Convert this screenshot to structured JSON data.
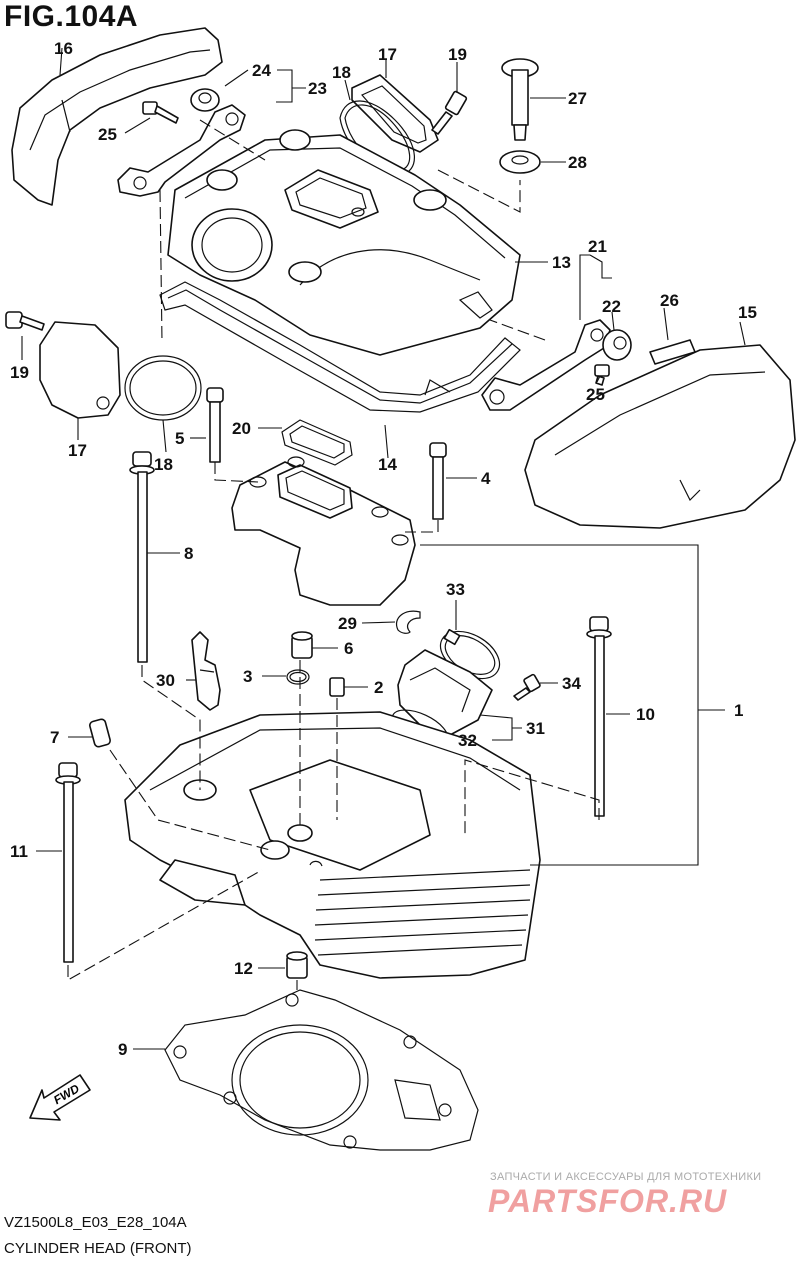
{
  "figure": {
    "title": "FIG.104A",
    "diagram_code": "VZ1500L8_E03_E28_104A",
    "diagram_name": "CYLINDER HEAD (FRONT)",
    "fwd_label": "FWD"
  },
  "watermark": {
    "tagline": "ЗАПЧАСТИ И АКСЕССУАРЫ ДЛЯ МОТОТЕХНИКИ",
    "brand": "PARTSFOR.RU"
  },
  "callouts": [
    {
      "id": "c1",
      "label": "1"
    },
    {
      "id": "c2",
      "label": "2"
    },
    {
      "id": "c3",
      "label": "3"
    },
    {
      "id": "c4",
      "label": "4"
    },
    {
      "id": "c5",
      "label": "5"
    },
    {
      "id": "c6",
      "label": "6"
    },
    {
      "id": "c7",
      "label": "7"
    },
    {
      "id": "c8",
      "label": "8"
    },
    {
      "id": "c9",
      "label": "9"
    },
    {
      "id": "c10",
      "label": "10"
    },
    {
      "id": "c11",
      "label": "11"
    },
    {
      "id": "c12",
      "label": "12"
    },
    {
      "id": "c13",
      "label": "13"
    },
    {
      "id": "c14",
      "label": "14"
    },
    {
      "id": "c15",
      "label": "15"
    },
    {
      "id": "c16",
      "label": "16"
    },
    {
      "id": "c17a",
      "label": "17"
    },
    {
      "id": "c17b",
      "label": "17"
    },
    {
      "id": "c18a",
      "label": "18"
    },
    {
      "id": "c18b",
      "label": "18"
    },
    {
      "id": "c19a",
      "label": "19"
    },
    {
      "id": "c19b",
      "label": "19"
    },
    {
      "id": "c20",
      "label": "20"
    },
    {
      "id": "c21",
      "label": "21"
    },
    {
      "id": "c22",
      "label": "22"
    },
    {
      "id": "c23",
      "label": "23"
    },
    {
      "id": "c24",
      "label": "24"
    },
    {
      "id": "c25a",
      "label": "25"
    },
    {
      "id": "c25b",
      "label": "25"
    },
    {
      "id": "c26",
      "label": "26"
    },
    {
      "id": "c27",
      "label": "27"
    },
    {
      "id": "c28",
      "label": "28"
    },
    {
      "id": "c29",
      "label": "29"
    },
    {
      "id": "c30",
      "label": "30"
    },
    {
      "id": "c31",
      "label": "31"
    },
    {
      "id": "c32",
      "label": "32"
    },
    {
      "id": "c33",
      "label": "33"
    },
    {
      "id": "c34",
      "label": "34"
    }
  ]
}
